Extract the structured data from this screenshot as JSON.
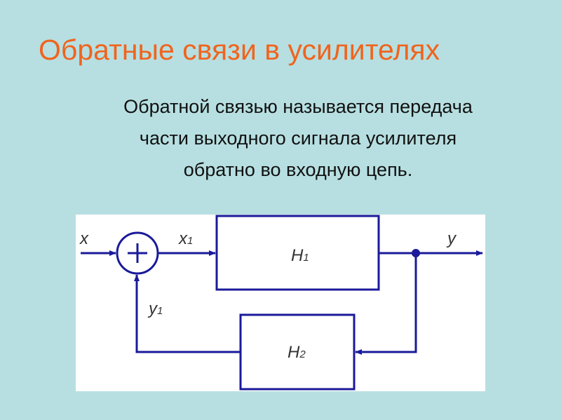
{
  "title": "Обратные связи в усилителях",
  "body_lines": [
    "Обратной связью называется передача",
    "части выходного сигнала усилителя",
    "обратно во входную цепь."
  ],
  "diagram": {
    "input_label": "x",
    "summed_label_main": "x",
    "summed_label_sub": "1",
    "output_label": "y",
    "feedback_label_main": "y",
    "feedback_label_sub": "1",
    "block1_main": "H",
    "block1_sub": "1",
    "block2_main": "H",
    "block2_sub": "2",
    "summer_symbol": "+"
  },
  "colors": {
    "title": "#f0641e",
    "line": "#1a1a9a",
    "background": "#b7dfe1"
  }
}
